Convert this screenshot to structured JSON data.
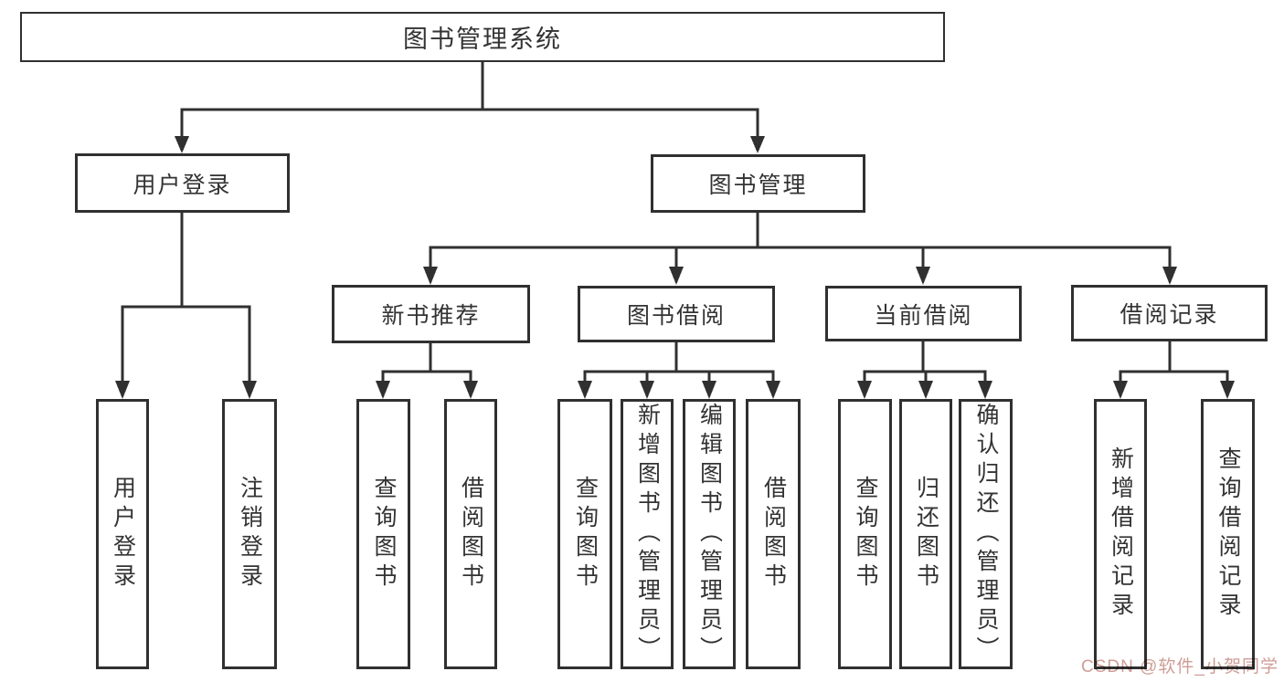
{
  "tree": {
    "label": "图书管理系统",
    "children": [
      {
        "label": "用户登录",
        "children": [
          {
            "label": "用户登录"
          },
          {
            "label": "注销登录"
          }
        ]
      },
      {
        "label": "图书管理",
        "children": [
          {
            "label": "新书推荐",
            "children": [
              {
                "label": "查询图书"
              },
              {
                "label": "借阅图书"
              }
            ]
          },
          {
            "label": "图书借阅",
            "children": [
              {
                "label": "查询图书"
              },
              {
                "label": "新增图书（管理员）"
              },
              {
                "label": "编辑图书（管理员）"
              },
              {
                "label": "借阅图书"
              }
            ]
          },
          {
            "label": "当前借阅",
            "children": [
              {
                "label": "查询图书"
              },
              {
                "label": "归还图书"
              },
              {
                "label": "确认归还（管理员）"
              }
            ]
          },
          {
            "label": "借阅记录",
            "children": [
              {
                "label": "新增借阅记录"
              },
              {
                "label": "查询借阅记录"
              }
            ]
          }
        ]
      }
    ]
  },
  "watermark": {
    "text": "CSDN @软件_小贺同学"
  },
  "colors": {
    "line": "#303030",
    "text": "#333333",
    "background": "#ffffff",
    "watermark": "#cf9d96"
  }
}
